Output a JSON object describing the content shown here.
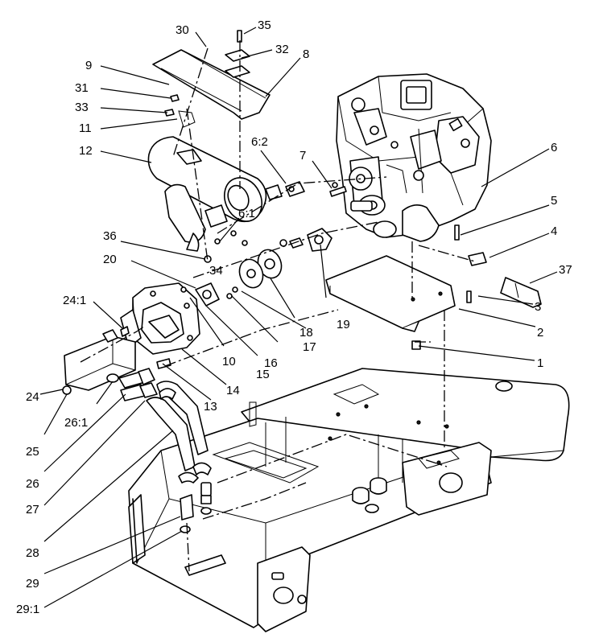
{
  "callouts": [
    {
      "id": "c35",
      "text": "35"
    },
    {
      "id": "c30",
      "text": "30"
    },
    {
      "id": "c32",
      "text": "32"
    },
    {
      "id": "c8",
      "text": "8"
    },
    {
      "id": "c9",
      "text": "9"
    },
    {
      "id": "c31",
      "text": "31"
    },
    {
      "id": "c33",
      "text": "33"
    },
    {
      "id": "c11",
      "text": "11"
    },
    {
      "id": "c12",
      "text": "12"
    },
    {
      "id": "c6_2",
      "text": "6:2"
    },
    {
      "id": "c7",
      "text": "7"
    },
    {
      "id": "c6",
      "text": "6"
    },
    {
      "id": "c5",
      "text": "5"
    },
    {
      "id": "c4",
      "text": "4"
    },
    {
      "id": "c37",
      "text": "37"
    },
    {
      "id": "c36",
      "text": "36"
    },
    {
      "id": "c6_1",
      "text": "6:1"
    },
    {
      "id": "c34",
      "text": "34"
    },
    {
      "id": "c20",
      "text": "20"
    },
    {
      "id": "c24_1",
      "text": "24:1"
    },
    {
      "id": "c19",
      "text": "19"
    },
    {
      "id": "c18",
      "text": "18"
    },
    {
      "id": "c17",
      "text": "17"
    },
    {
      "id": "c16",
      "text": "16"
    },
    {
      "id": "c15",
      "text": "15"
    },
    {
      "id": "c10",
      "text": "10"
    },
    {
      "id": "c14",
      "text": "14"
    },
    {
      "id": "c13",
      "text": "13"
    },
    {
      "id": "c3",
      "text": "3"
    },
    {
      "id": "c2",
      "text": "2"
    },
    {
      "id": "c1",
      "text": "1"
    },
    {
      "id": "c24",
      "text": "24"
    },
    {
      "id": "c26_1",
      "text": "26:1"
    },
    {
      "id": "c25",
      "text": "25"
    },
    {
      "id": "c26",
      "text": "26"
    },
    {
      "id": "c27",
      "text": "27"
    },
    {
      "id": "c28",
      "text": "28"
    },
    {
      "id": "c29",
      "text": "29"
    },
    {
      "id": "c29_1",
      "text": "29:1"
    }
  ]
}
